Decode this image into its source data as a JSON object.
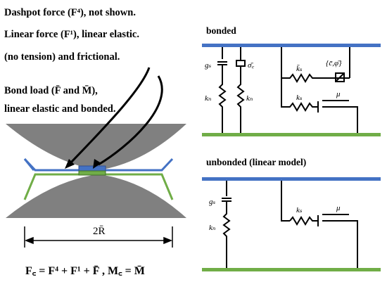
{
  "left": {
    "line1": "Dashpot force (F⁴), not shown.",
    "line2": "Linear force (F¹), linear elastic.",
    "line3": "(no tension) and frictional.",
    "line4": "Bond load (F̄  and  M̄),",
    "line5": "linear elastic and bonded.",
    "dimension_label": "2R̄",
    "equation": "F꜀ = F⁴ + F¹ + F̄ , M꜀ = M̄"
  },
  "bonded": {
    "title": "bonded",
    "gs": "gₛ",
    "kn1": "kₙ",
    "sigma_c": "σ̄꜀",
    "kn2": "kₙ",
    "ks_bar": "k̄ₛ",
    "c_phi": "{c̄,φ̄}",
    "ks": "kₛ",
    "mu": "μ"
  },
  "unbonded": {
    "title": "unbonded (linear model)",
    "gs": "gₛ",
    "kn": "kₙ",
    "ks": "kₛ",
    "mu": "μ"
  },
  "colors": {
    "top_wall": "#4472c4",
    "bottom_wall": "#70ad47",
    "particle": "#7f7f7f",
    "bond_blue": "#4472c4",
    "bond_green": "#70ad47",
    "line": "#000000"
  }
}
